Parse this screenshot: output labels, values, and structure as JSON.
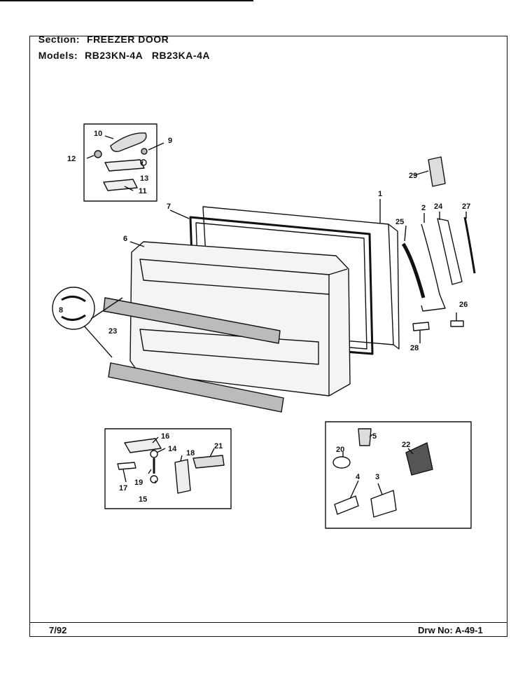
{
  "header": {
    "section_label": "Section:",
    "section_value": "FREEZER DOOR",
    "models_label": "Models:",
    "models_value": "RB23KN-4A   RB23KA-4A"
  },
  "footer": {
    "date": "7/92",
    "drawing_label": "Drw No:",
    "drawing_number": "A-49-1"
  },
  "callouts": [
    "1",
    "2",
    "3",
    "4",
    "5",
    "6",
    "7",
    "8",
    "9",
    "10",
    "11",
    "12",
    "13",
    "14",
    "15",
    "16",
    "17",
    "18",
    "19",
    "20",
    "21",
    "22",
    "23",
    "24",
    "25",
    "26",
    "27",
    "28",
    "29"
  ]
}
